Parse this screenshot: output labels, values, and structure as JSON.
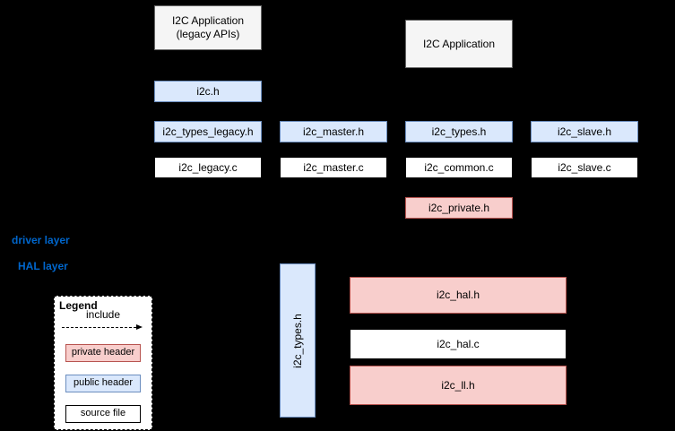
{
  "diagram": {
    "apps": {
      "legacy": "I2C Application\n(legacy APIs)",
      "main": "I2C Application"
    },
    "headers": {
      "i2c_h": "i2c.h",
      "i2c_types_legacy_h": "i2c_types_legacy.h",
      "i2c_master_h": "i2c_master.h",
      "i2c_types_h": "i2c_types.h",
      "i2c_slave_h": "i2c_slave.h",
      "i2c_private_h": "i2c_private.h",
      "i2c_types_h_vertical": "i2c_types.h",
      "i2c_hal_h": "i2c_hal.h",
      "i2c_ll_h": "i2c_ll.h"
    },
    "sources": {
      "i2c_legacy_c": "i2c_legacy.c",
      "i2c_master_c": "i2c_master.c",
      "i2c_common_c": "i2c_common.c",
      "i2c_slave_c": "i2c_slave.c",
      "i2c_hal_c": "i2c_hal.c"
    },
    "layers": {
      "driver": "driver layer",
      "hal": "HAL layer"
    },
    "legend": {
      "title": "Legend",
      "include": "include",
      "private_header": "private header",
      "public_header": "public header",
      "source_file": "source file"
    },
    "colors": {
      "public_fill": "#dae8fc",
      "public_border": "#6c8ebf",
      "private_fill": "#f8cecc",
      "private_border": "#b85450",
      "app_fill": "#f5f5f5",
      "app_border": "#666666",
      "layer_label": "#0066cc",
      "background": "#000000"
    }
  }
}
